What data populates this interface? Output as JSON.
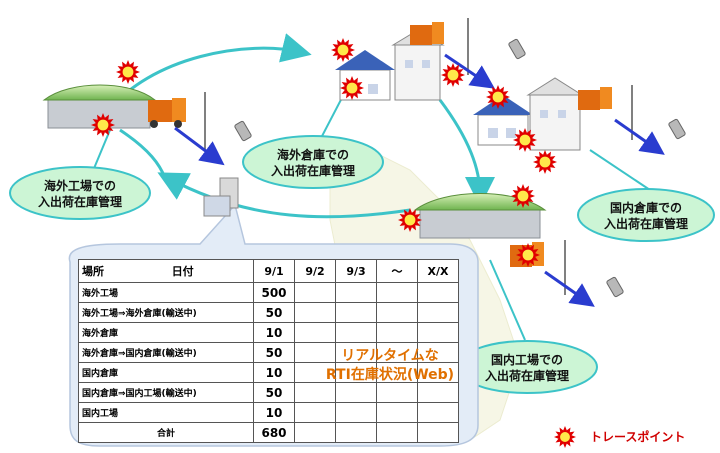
{
  "labels": {
    "overseas_factory": "海外工場での\n入出荷在庫管理",
    "overseas_warehouse": "海外倉庫での\n入出荷在庫管理",
    "domestic_warehouse": "国内倉庫での\n入出荷在庫管理",
    "domestic_factory": "国内工場での\n入出荷在庫管理"
  },
  "table": {
    "header_place": "場所",
    "header_date": "日付",
    "columns": [
      "9/1",
      "9/2",
      "9/3",
      "～",
      "X/X"
    ],
    "rows": [
      {
        "name": "海外工場",
        "value": "500"
      },
      {
        "name": "海外工場⇒海外倉庫(輸送中)",
        "value": "50"
      },
      {
        "name": "海外倉庫",
        "value": "10"
      },
      {
        "name": "海外倉庫⇒国内倉庫(輸送中)",
        "value": "50"
      },
      {
        "name": "国内倉庫",
        "value": "10"
      },
      {
        "name": "国内倉庫⇒国内工場(輸送中)",
        "value": "50"
      },
      {
        "name": "国内工場",
        "value": "10"
      }
    ],
    "total_label": "合計",
    "total_value": "680"
  },
  "burst_text": "リアルタイムな\nRTI在庫状況(Web)",
  "legend": {
    "label": "トレースポイント"
  },
  "colors": {
    "loop_arrow": "#3cc3c8",
    "label_bubble_fill": "#ccf5d5",
    "label_bubble_stroke": "#3cc3c8",
    "callout_fill": "#e3ecf7",
    "burst_fill": "#ffff33",
    "trace_point": "#e00000",
    "building_roof": "#5aa855",
    "warehouse_roof": "#3a62b8"
  }
}
